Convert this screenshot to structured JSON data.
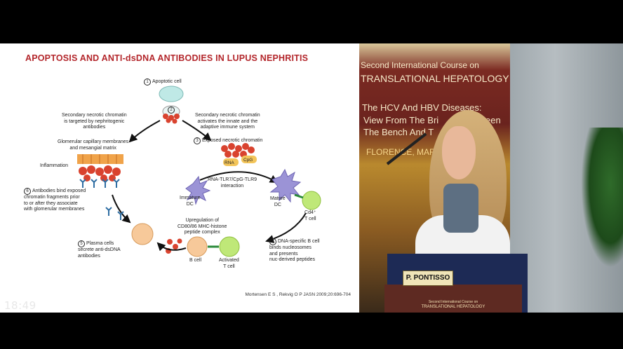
{
  "slide": {
    "title": "APOPTOSIS AND ANTI-dsDNA ANTIBODIES IN LUPUS NEPHRITIS",
    "apoptotic_cell": "Apoptotic cell",
    "left_top": "Secondary necrotic chromatin\nis targeted by nephritogenic\nantibodies",
    "right_top": "Secondary necrotic chromatin\nactivates the innate and the\nadaptive immune system",
    "exposed": "Exposed necrotic chromatin",
    "glomerular": "Glomerular capillary membranes\nand mesangial matrix",
    "inflammation": "Inflammation",
    "rna": "RNA",
    "cpg": "CpG",
    "tlr": "RNA-TLR7/CpG-TLR9\ninteraction",
    "immature_dc": "Immature\nDC",
    "mature_dc": "Mature\nDC",
    "cd4": "Cd4⁺\nT cell",
    "step6": "Antibodies bind exposed\nchromatin fragments prior\nto or after they associate\nwith glomerular membranes",
    "upregulation": "Upregulation of\nCD80/86 MHC-histone\npeptide complex",
    "step5": "Plasma cells\nsecrete anti-dsDNA\nantibodies",
    "step4": "DNA-specific B cell\nbinds nucleosomes\nand presents\nnuc-derived peptides",
    "b_cell": "B cell",
    "activated_t": "Activated\nT cell",
    "citation": "Mortensen E S , Rekvig O P JASN 2009;20:696-704",
    "n1": "1",
    "n2": "2",
    "n3": "3",
    "n4": "4",
    "n5": "5",
    "n6": "6"
  },
  "video": {
    "banner_l1": "Second International Course on",
    "banner_l2": "TRANSLATIONAL HEPATOLOGY",
    "banner_l3": "The HCV And HBV Diseases:",
    "banner_l4": "View From The Bri",
    "banner_l4b": "een",
    "banner_l5": "The Bench And T",
    "banner_l6": "FLORENCE, MAR",
    "nameplate": "P. PONTISSO",
    "podium_l1": "Second International Course on",
    "podium_l2": "TRANSLATIONAL HEPATOLOGY"
  },
  "timestamp": "18:49"
}
